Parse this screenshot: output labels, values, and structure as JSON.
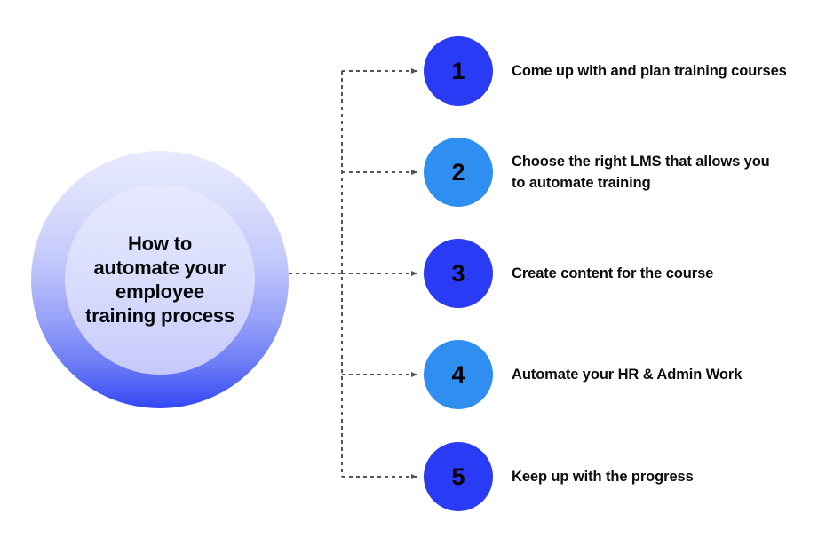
{
  "diagram": {
    "hub": {
      "title": "How to\nautomate your\nemployee\ntraining process",
      "outer_color_top": "#e8eaff",
      "outer_color_bottom": "#3347f4",
      "inner_color": "#dee1fd"
    },
    "connector": {
      "style": "dashed",
      "color": "#555555"
    },
    "steps": [
      {
        "number": "1",
        "label": "Come up with and plan training courses",
        "color": "#2a3bf5"
      },
      {
        "number": "2",
        "label": "Choose the right LMS that allows you to automate training",
        "color": "#2e8ff0"
      },
      {
        "number": "3",
        "label": "Create content for the course",
        "color": "#2a3bf5"
      },
      {
        "number": "4",
        "label": "Automate your HR & Admin Work",
        "color": "#2e8ff0"
      },
      {
        "number": "5",
        "label": "Keep up with the progress",
        "color": "#2a3bf5"
      }
    ]
  }
}
